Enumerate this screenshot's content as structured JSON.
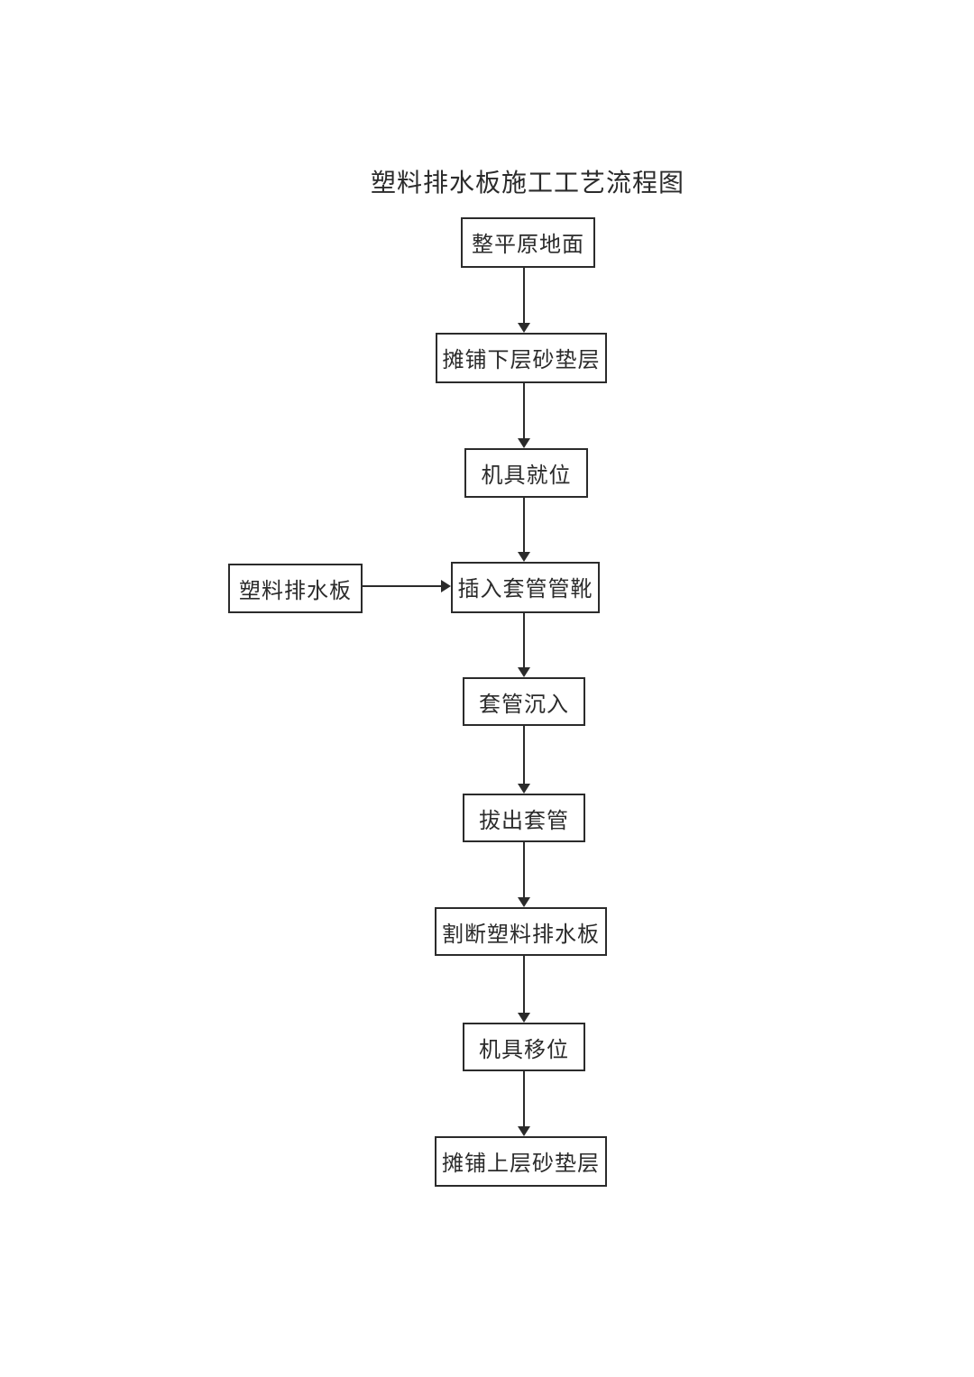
{
  "title": "塑料排水板施工工艺流程图",
  "flowchart": {
    "nodes": [
      {
        "id": "level-original-ground",
        "label": "整平原地面"
      },
      {
        "id": "spread-lower-sand",
        "label": "摊铺下层砂垫层"
      },
      {
        "id": "machine-in-place",
        "label": "机具就位"
      },
      {
        "id": "insert-casing-shoe",
        "label": "插入套管管靴"
      },
      {
        "id": "casing-sink",
        "label": "套管沉入"
      },
      {
        "id": "pull-out-casing",
        "label": "拔出套管"
      },
      {
        "id": "cut-drainage-board",
        "label": "割断塑料排水板"
      },
      {
        "id": "machine-relocate",
        "label": "机具移位"
      },
      {
        "id": "spread-upper-sand",
        "label": "摊铺上层砂垫层"
      }
    ],
    "side_node": {
      "id": "plastic-drainage-board",
      "label": "塑料排水板"
    },
    "edges": [
      {
        "from": "level-original-ground",
        "to": "spread-lower-sand"
      },
      {
        "from": "spread-lower-sand",
        "to": "machine-in-place"
      },
      {
        "from": "machine-in-place",
        "to": "insert-casing-shoe"
      },
      {
        "from": "plastic-drainage-board",
        "to": "insert-casing-shoe"
      },
      {
        "from": "insert-casing-shoe",
        "to": "casing-sink"
      },
      {
        "from": "casing-sink",
        "to": "pull-out-casing"
      },
      {
        "from": "pull-out-casing",
        "to": "cut-drainage-board"
      },
      {
        "from": "cut-drainage-board",
        "to": "machine-relocate"
      },
      {
        "from": "machine-relocate",
        "to": "spread-upper-sand"
      }
    ],
    "colors": {
      "line": "#2b2b2b",
      "background": "#ffffff"
    }
  }
}
